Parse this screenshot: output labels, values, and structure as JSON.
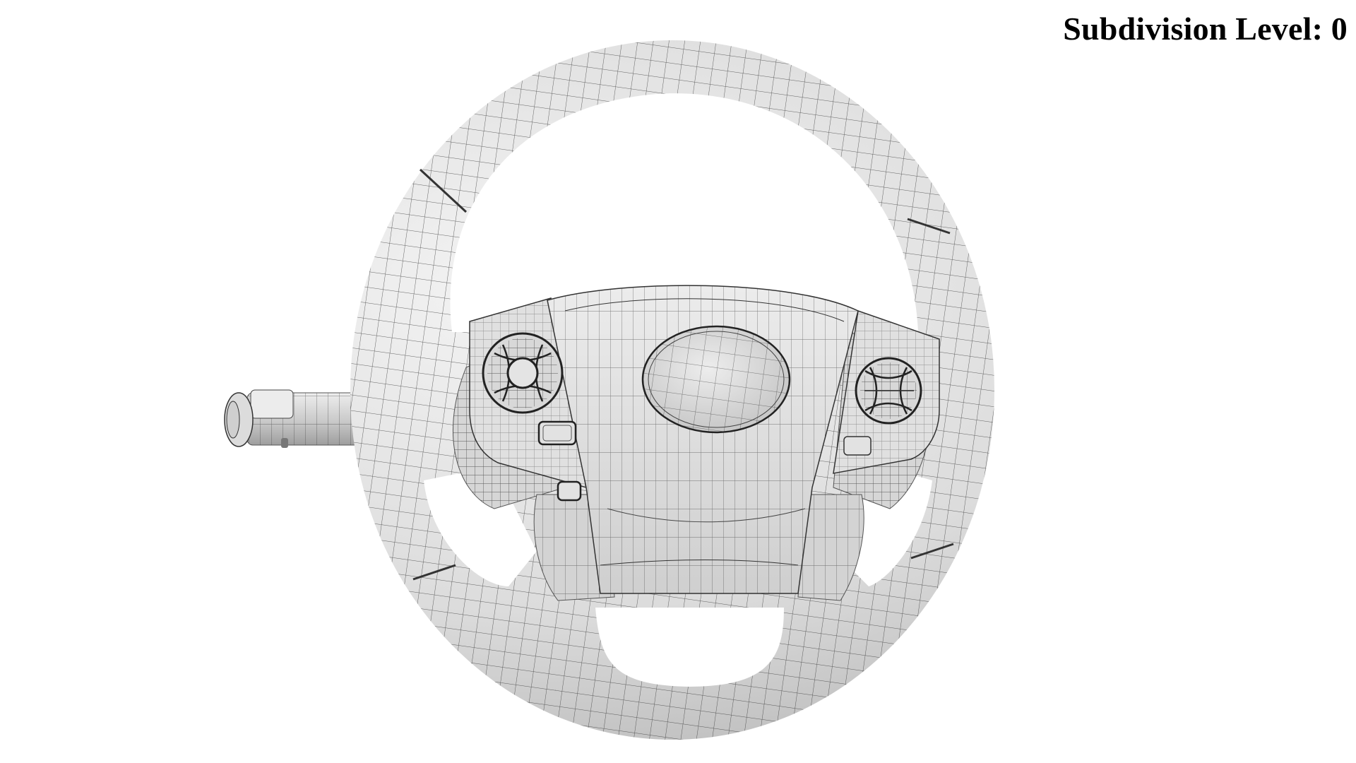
{
  "caption": {
    "label": "Subdivision Level",
    "value": "0",
    "text": "Subdivision Level: 0"
  },
  "render": {
    "subject": "steering wheel wireframe render",
    "background": "#ffffff",
    "surface_color": "#d9d9d9",
    "highlight_color": "#f2f2f2",
    "shadow_color": "#a8a8a8",
    "wire_color": "#2b2b2b",
    "parts": [
      "rim",
      "hub",
      "airbag-emblem",
      "left-control-button",
      "right-control-button",
      "left-small-button",
      "right-small-button",
      "lower-small-button",
      "turn-signal-stalk",
      "spokes"
    ]
  }
}
